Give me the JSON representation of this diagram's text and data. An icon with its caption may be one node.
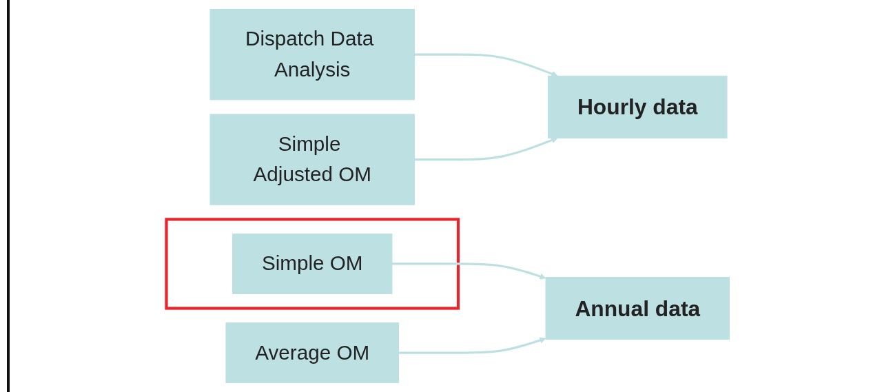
{
  "diagram": {
    "nodes": [
      {
        "text": [
          "Dispatch Data Analysis"
        ]
      },
      {
        "text": [
          "Simple Adjusted OM"
        ]
      },
      {
        "text": [],
        "shape": "box"
      },
      {
        "text": [
          "Simple OM"
        ],
        "in": 2
      },
      {
        "text": [
          "Average OM"
        ]
      },
      {
        "text": [
          "Hourly data"
        ]
      },
      {
        "text": [
          "Annual data"
        ]
      }
    ],
    "edges": [
      {
        "from": 0,
        "to": 5,
        "arrow": "to"
      },
      {
        "from": 1,
        "to": 5,
        "arrow": "to"
      },
      {
        "from": 3,
        "to": 6,
        "arrow": "to"
      },
      {
        "from": 4,
        "to": 6,
        "arrow": "to"
      }
    ]
  }
}
